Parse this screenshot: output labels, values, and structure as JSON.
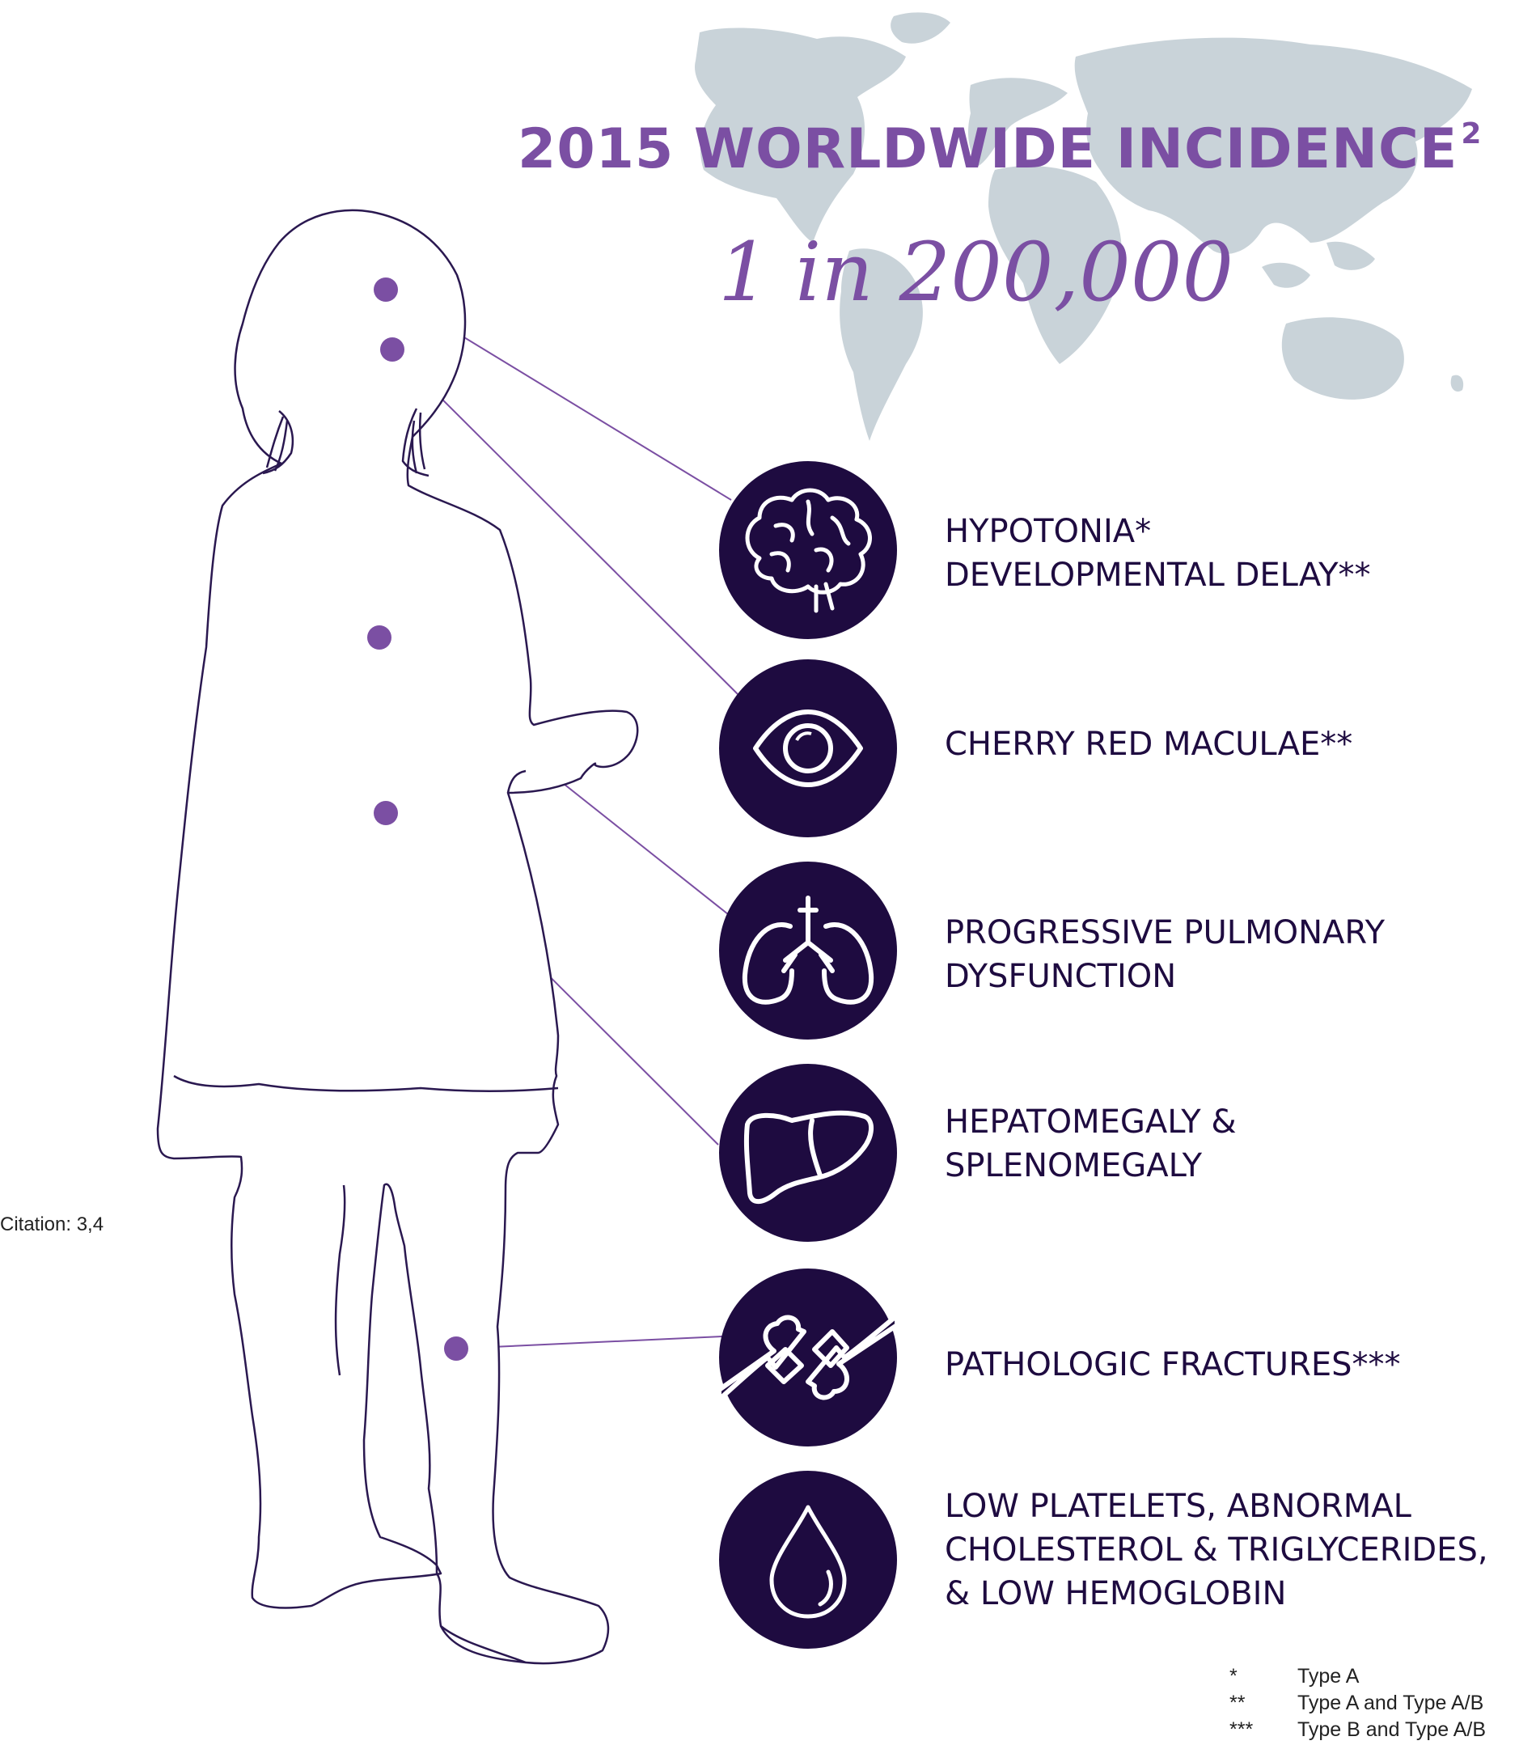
{
  "header": {
    "title": "2015 WORLDWIDE INCIDENCE",
    "title_superscript": "2",
    "incidence": "1 in 200,000"
  },
  "symptoms": [
    {
      "icon": "brain-icon",
      "lines": [
        "HYPOTONIA*",
        "DEVELOPMENTAL DELAY**"
      ]
    },
    {
      "icon": "eye-icon",
      "lines": [
        "CHERRY RED MACULAE**"
      ]
    },
    {
      "icon": "lungs-icon",
      "lines": [
        "PROGRESSIVE PULMONARY",
        "DYSFUNCTION"
      ]
    },
    {
      "icon": "liver-icon",
      "lines": [
        "HEPATOMEGALY &",
        "SPLENOMEGALY"
      ]
    },
    {
      "icon": "bone-fracture-icon",
      "lines": [
        "PATHOLOGIC FRACTURES***"
      ]
    },
    {
      "icon": "blood-drop-icon",
      "lines": [
        "LOW PLATELETS, ABNORMAL",
        "CHOLESTEROL & TRIGLYCERIDES,",
        "& LOW HEMOGLOBIN"
      ]
    }
  ],
  "citation": "Citation: 3,4",
  "legend": [
    {
      "symbol": "*",
      "text": "Type A"
    },
    {
      "symbol": "**",
      "text": "Type A and Type A/B"
    },
    {
      "symbol": "***",
      "text": "Type B and Type A/B"
    }
  ],
  "colors": {
    "accent": "#7b4fa3",
    "icon_circle": "#1e0b40",
    "silhouette": "#2a1850",
    "connector": "#7b4fa3",
    "map": "#c9d3d9"
  }
}
